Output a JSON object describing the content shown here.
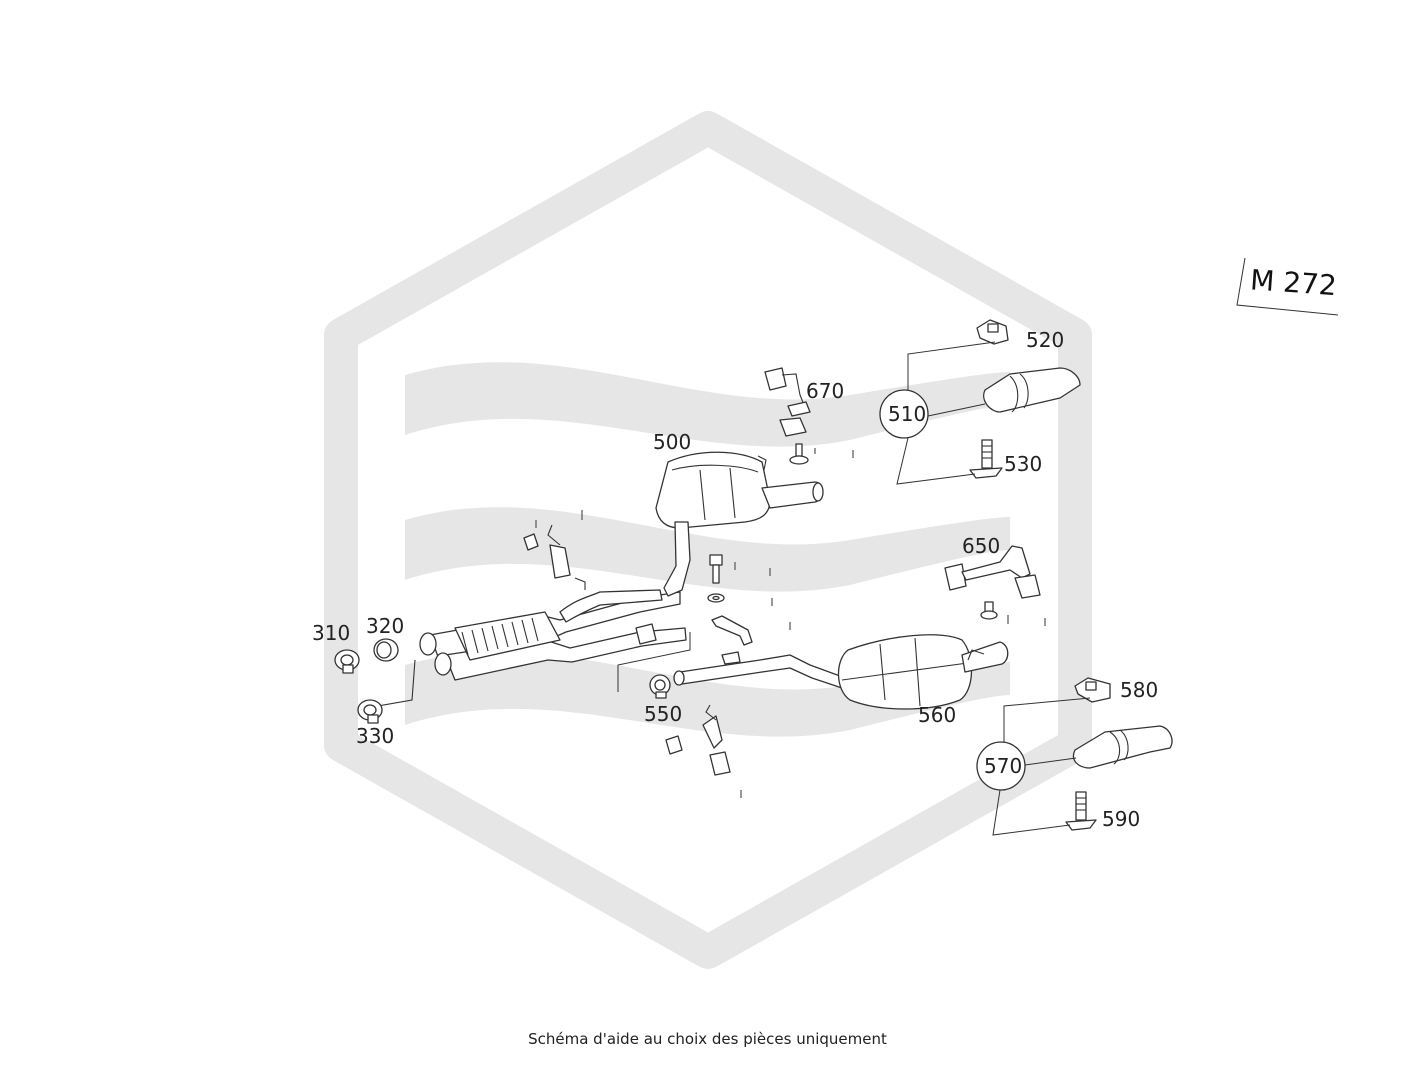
{
  "engine_tag": "M 272",
  "caption": "Schéma d'aide au choix des pièces uniquement",
  "watermark_color": "#e6e6e6",
  "callouts": {
    "p310": "310",
    "p320": "320",
    "p330": "330",
    "p500": "500",
    "p510": "510",
    "p520": "520",
    "p530": "530",
    "p550": "550",
    "p560": "560",
    "p570": "570",
    "p580": "580",
    "p590": "590",
    "p650": "650",
    "p670": "670"
  }
}
